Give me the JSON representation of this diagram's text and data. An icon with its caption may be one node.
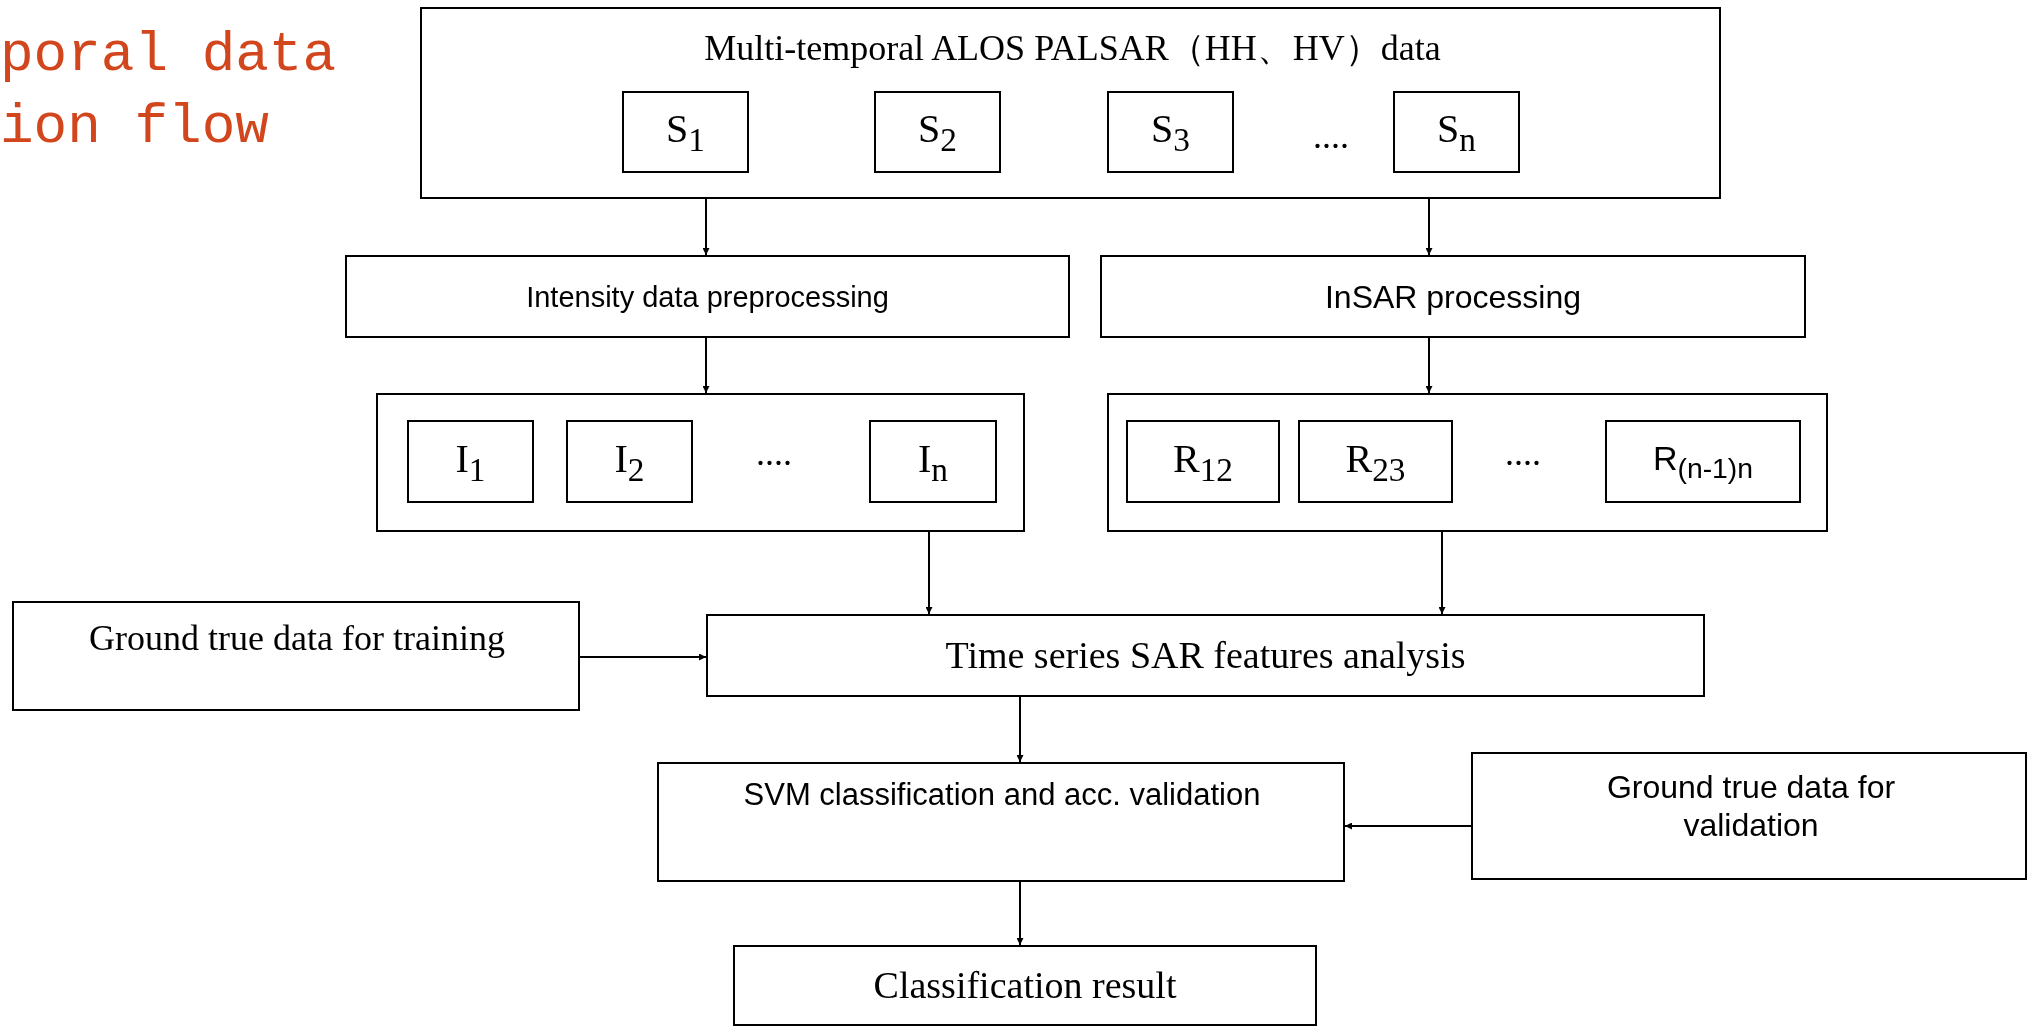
{
  "diagram": {
    "nodes": [
      {
        "text": [
          "Multi-temporal ALOS PALSAR（HH、HV）data",
          "...."
        ]
      },
      {
        "text": [
          "S$_{1}$"
        ],
        "in": 0
      },
      {
        "text": [
          "S$_{2}$"
        ],
        "in": 0
      },
      {
        "text": [
          "S$_{3}$"
        ],
        "in": 0
      },
      {
        "text": [
          "S$_{n}$"
        ],
        "in": 0
      },
      {
        "text": [
          "Intensity data preprocessing"
        ]
      },
      {
        "text": [
          "InSAR processing"
        ]
      },
      {
        "text": [
          "...."
        ]
      },
      {
        "text": [
          "I$_{1}$"
        ],
        "in": 7
      },
      {
        "text": [
          "I$_{2}$"
        ],
        "in": 7
      },
      {
        "text": [
          "I$_{n}$"
        ],
        "in": 7
      },
      {
        "text": [
          "...."
        ]
      },
      {
        "text": [
          "R$_{12}$"
        ],
        "in": 11
      },
      {
        "text": [
          "R$_{23}$"
        ],
        "in": 11
      },
      {
        "text": [
          "R$_{(n-1)n}$"
        ],
        "in": 11
      },
      {
        "text": [
          "Ground true data for training"
        ]
      },
      {
        "text": [
          "Time series SAR features analysis"
        ]
      },
      {
        "text": [
          "SVM classification and acc. validation"
        ]
      },
      {
        "text": [
          "Ground true data for validation"
        ]
      },
      {
        "text": [
          "Classification result"
        ]
      }
    ],
    "edges": [
      {
        "from": 0,
        "to": 5,
        "arrow": "to"
      },
      {
        "from": 0,
        "to": 6,
        "arrow": "to"
      },
      {
        "from": 5,
        "to": 7,
        "arrow": "to"
      },
      {
        "from": 6,
        "to": 11,
        "arrow": "to"
      },
      {
        "from": 7,
        "to": 16,
        "arrow": "to"
      },
      {
        "from": 11,
        "to": 16,
        "arrow": "to"
      },
      {
        "from": 15,
        "to": 16,
        "arrow": "to"
      },
      {
        "from": 16,
        "to": 17,
        "arrow": "to"
      },
      {
        "from": 18,
        "to": 17,
        "arrow": "to"
      },
      {
        "from": 17,
        "to": 19,
        "arrow": "to"
      }
    ],
    "labels": [
      "poral data",
      "ion flow"
    ]
  }
}
